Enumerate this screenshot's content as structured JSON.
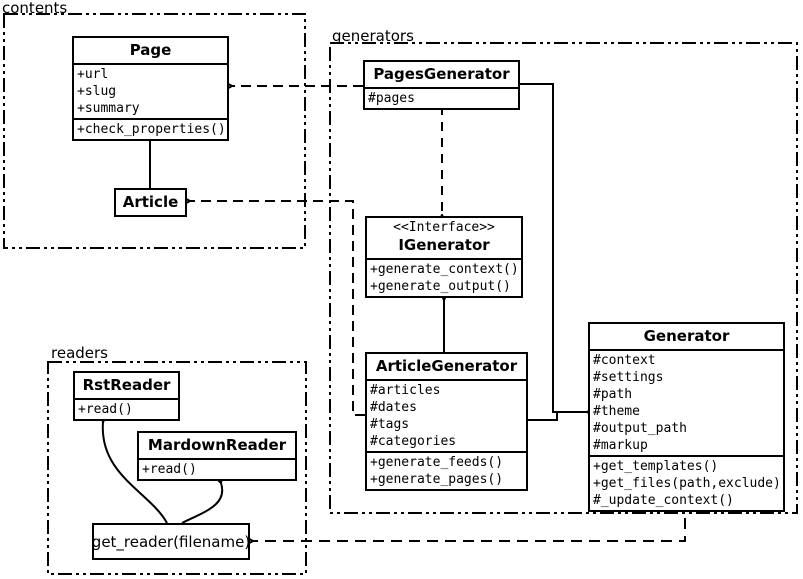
{
  "diagram_type": "uml-class-diagram",
  "colors": {
    "line": "#000000",
    "background": "#ffffff",
    "text": "#000000"
  },
  "packages": {
    "contents": {
      "label": "contents"
    },
    "generators": {
      "label": "generators"
    },
    "readers": {
      "label": "readers"
    }
  },
  "classes": {
    "page": {
      "title": "Page",
      "attributes": [
        "+url",
        "+slug",
        "+summary"
      ],
      "methods": [
        "+check_properties()"
      ]
    },
    "article": {
      "title": "Article"
    },
    "pages_generator": {
      "title": "PagesGenerator",
      "attributes": [
        "#pages"
      ]
    },
    "igenerator": {
      "stereotype": "<<Interface>>",
      "title": "IGenerator",
      "methods": [
        "+generate_context()",
        "+generate_output()"
      ]
    },
    "article_generator": {
      "title": "ArticleGenerator",
      "attributes": [
        "#articles",
        "#dates",
        "#tags",
        "#categories"
      ],
      "methods": [
        "+generate_feeds()",
        "+generate_pages()"
      ]
    },
    "generator": {
      "title": "Generator",
      "attributes": [
        "#context",
        "#settings",
        "#path",
        "#theme",
        "#output_path",
        "#markup"
      ],
      "methods": [
        "+get_templates()",
        "+get_files(path,exclude)",
        "#_update_context()"
      ]
    },
    "rst_reader": {
      "title": "RstReader",
      "methods": [
        "+read()"
      ]
    },
    "mardown_reader": {
      "title": "MardownReader",
      "methods": [
        "+read()"
      ]
    },
    "get_reader": {
      "label": "get_reader(filename)"
    }
  },
  "relationships": [
    {
      "from": "Article",
      "to": "Page",
      "type": "generalization"
    },
    {
      "from": "PagesGenerator",
      "to": "Page",
      "type": "dependency"
    },
    {
      "from": "ArticleGenerator",
      "to": "Article",
      "type": "dependency"
    },
    {
      "from": "PagesGenerator",
      "to": "IGenerator",
      "type": "realization"
    },
    {
      "from": "ArticleGenerator",
      "to": "IGenerator",
      "type": "generalization"
    },
    {
      "from": "PagesGenerator",
      "to": "Generator",
      "type": "generalization"
    },
    {
      "from": "ArticleGenerator",
      "to": "Generator",
      "type": "generalization"
    },
    {
      "from": "Generator",
      "to": "get_reader(filename)",
      "type": "dependency"
    },
    {
      "from": "get_reader(filename)",
      "to": "RstReader",
      "type": "call"
    },
    {
      "from": "get_reader(filename)",
      "to": "MardownReader",
      "type": "call"
    }
  ]
}
